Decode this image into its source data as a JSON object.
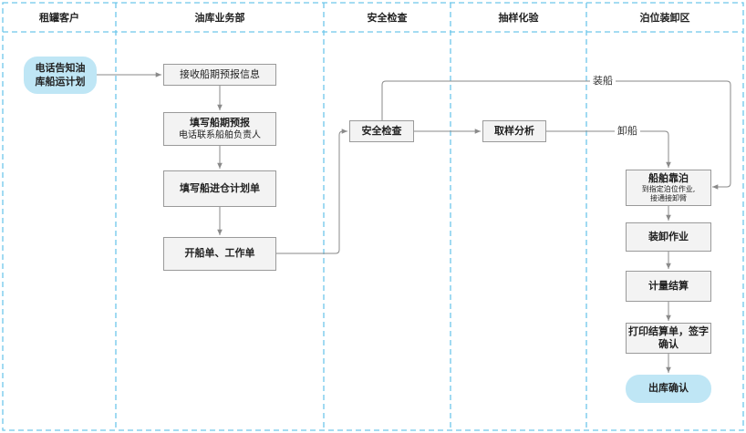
{
  "lanes": [
    "租罐客户",
    "油库业务部",
    "安全检查",
    "抽样化验",
    "泊位装卸区"
  ],
  "nodes": {
    "customer_notify": "电话告知油库船运计划",
    "receive_forecast": "接收船期预报信息",
    "fill_forecast_title": "填写船期预报",
    "fill_forecast_sub": "电话联系船舶负责人",
    "fill_entry_plan": "填写船进仓计划单",
    "open_orders": "开船单、工作单",
    "safety_check": "安全检查",
    "sampling": "取样分析",
    "berthing_title": "船舶靠泊",
    "berthing_sub1": "到指定泊位作业,",
    "berthing_sub2": "接通接卸臂",
    "loading_unloading": "装卸作业",
    "metering": "计量结算",
    "print_confirm": "打印结算单，签字确认",
    "exit_confirm": "出库确认"
  },
  "edge_labels": {
    "load_ship": "装船",
    "unload_ship": "卸船"
  },
  "colors": {
    "lane_divider": "#6ec6ea",
    "node_fill": "#f3f3f3",
    "node_border": "#9a9a9a",
    "pill_fill": "#bfe6f5",
    "connector": "#8a8a8a"
  }
}
